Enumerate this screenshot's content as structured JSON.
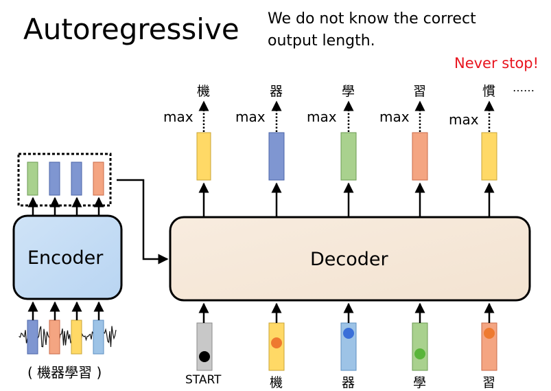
{
  "title": "Autoregressive",
  "note": {
    "line1": "We do not know the correct",
    "line2": "output length."
  },
  "warning": "Never stop!",
  "encoder": {
    "label": "Encoder",
    "input_caption": "( 機器學習 )"
  },
  "decoder": {
    "label": "Decoder"
  },
  "outputs": [
    {
      "token": "機",
      "op": "max"
    },
    {
      "token": "器",
      "op": "max"
    },
    {
      "token": "學",
      "op": "max"
    },
    {
      "token": "習",
      "op": "max"
    },
    {
      "token": "慣",
      "op": "max"
    }
  ],
  "ellipsis": "……",
  "inputs": [
    "START",
    "機",
    "器",
    "學",
    "習"
  ],
  "colors": {
    "yellow": "#ffd966",
    "blue": "#7f96d1",
    "green": "#a9d18e",
    "orange": "#f4a582",
    "gray": "#c8c8c8",
    "light_blue": "#9dc3e6",
    "red_text": "#e8141e",
    "dot_orange": "#ee7a30",
    "dot_blue": "#3a6fd8",
    "dot_green": "#59b53a"
  }
}
